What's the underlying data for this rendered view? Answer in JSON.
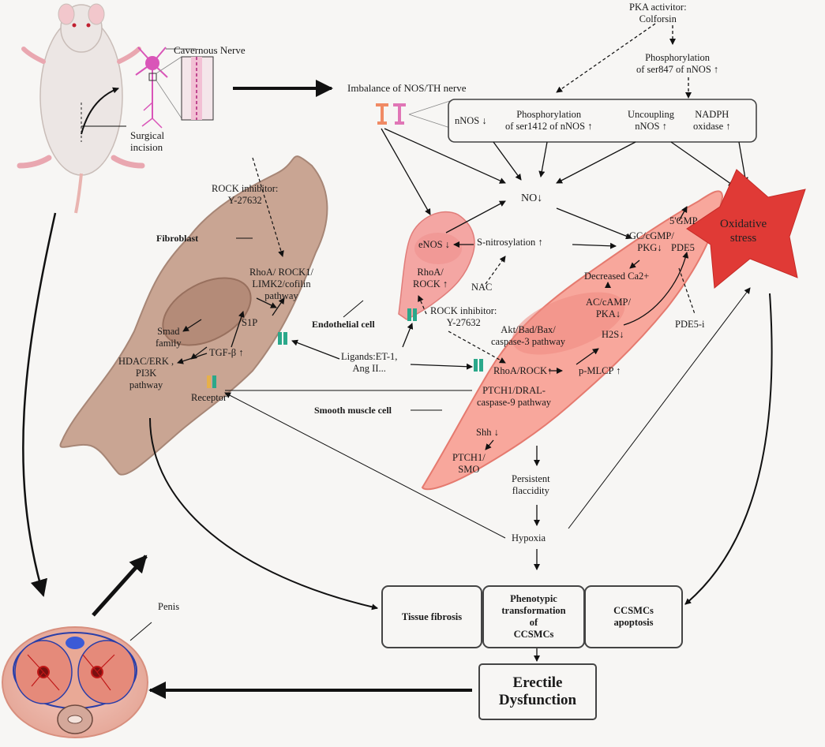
{
  "labels": {
    "pka_activator": "PKA activitor:\nColforsin",
    "cavernous_nerve": "Cavernous Nerve",
    "surgical_incision": "Surgical\nincision",
    "imbalance": "Imbalance of NOS/TH nerve",
    "phos_847": "Phosphorylation\nof ser847 of nNOS ↑",
    "nnos_down": "nNOS ↓",
    "phos_1412": "Phosphorylation\nof ser1412 of nNOS ↑",
    "uncoupling": "Uncoupling\nnNOS ↑",
    "nadph": "NADPH\noxidase ↑",
    "no": "NO↓",
    "oxidative_stress": "Oxidative\nstress",
    "rock_inhibitor_1": "ROCK inhibitor:\nY-27632",
    "fibroblast": "Fibroblast",
    "rhoa_rock1": "RhoA/ ROCK1/\nLIMK2/cofilin\npathway",
    "smad": "Smad\nfamily",
    "s1p": "S1P",
    "tgf": "TGF-β ↑",
    "hdac": "HDAC/ERK ,\nPI3K\npathway",
    "receptor": "Receptor",
    "enos": "eNOS ↓",
    "rhoa_rock_endo": "RhoA/\nROCK ↑",
    "s_nitrosylation": "S-nitrosylation ↑",
    "nac": "NAC",
    "endothelial_cell": "Endothelial cell",
    "rock_inhibitor_2": "ROCK inhibitor:\nY-27632",
    "ligands": "Ligands:ET-1,\nAng II...",
    "sgc": "sGC/cGMP/\nPKG↓",
    "five_gmp": "5'GMP",
    "pde5": "PDE5",
    "decreased_ca": "Decreased Ca2+",
    "ac_camp": "AC/cAMP/\nPKA↓",
    "h2s": "H2S↓",
    "pde5_i": "PDE5-i",
    "akt": "Akt/Bad/Bax/\ncaspase-3 pathway",
    "rhoa_rock_sm": "RhoA/ROCK↑",
    "p_mlcp": "p-MLCP ↑",
    "ptch1_dral": "PTCH1/DRAL-\ncaspase-9 pathway",
    "smooth_muscle_cell": "Smooth muscle cell",
    "shh": "Shh ↓",
    "ptch1_smo": "PTCH1/\nSMO",
    "persistent": "Persistent\nflaccidity",
    "hypoxia": "Hypoxia",
    "penis": "Penis",
    "tissue_fibrosis": "Tissue fibrosis",
    "phenotypic": "Phenotypic\ntransformation\nof\nCCSMCs",
    "apoptosis": "CCSMCs\napoptosis",
    "ed": "Erectile\nDysfunction"
  },
  "colors": {
    "fibroblast_fill": "#c9a593",
    "endothelial_fill": "#f4a6a3",
    "smooth_muscle_fill": "#f8a79c",
    "star_fill": "#e03a36",
    "receptor_green": "#2aa88a",
    "nerve_orange": "#f08a64",
    "nerve_pink": "#e076b6"
  }
}
